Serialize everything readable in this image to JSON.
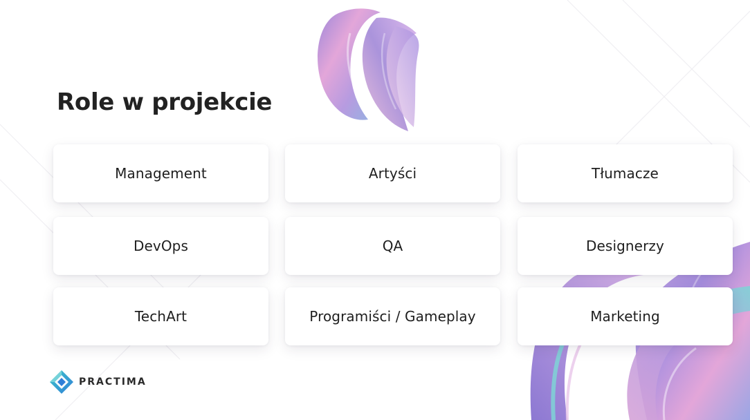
{
  "slide": {
    "title": "Role w projekcie"
  },
  "roles": [
    {
      "label": "Management"
    },
    {
      "label": "Artyści"
    },
    {
      "label": "Tłumacze"
    },
    {
      "label": "DevOps"
    },
    {
      "label": "QA"
    },
    {
      "label": "Designerzy"
    },
    {
      "label": "TechArt"
    },
    {
      "label": "Programiści / Gameplay"
    },
    {
      "label": "Marketing"
    }
  ],
  "brand": {
    "name": "PRACTIMA",
    "logo_icon": "practima-diamond-icon"
  },
  "decorations": {
    "top_shape": "iridescent-swirl",
    "bottom_shape": "iridescent-ribbon",
    "colors": {
      "lavender": "#b79be0",
      "pink": "#e3a6d9",
      "teal": "#7fd3d6",
      "logo_blue": "#2f7fd8",
      "logo_teal": "#3fc7c9"
    }
  }
}
